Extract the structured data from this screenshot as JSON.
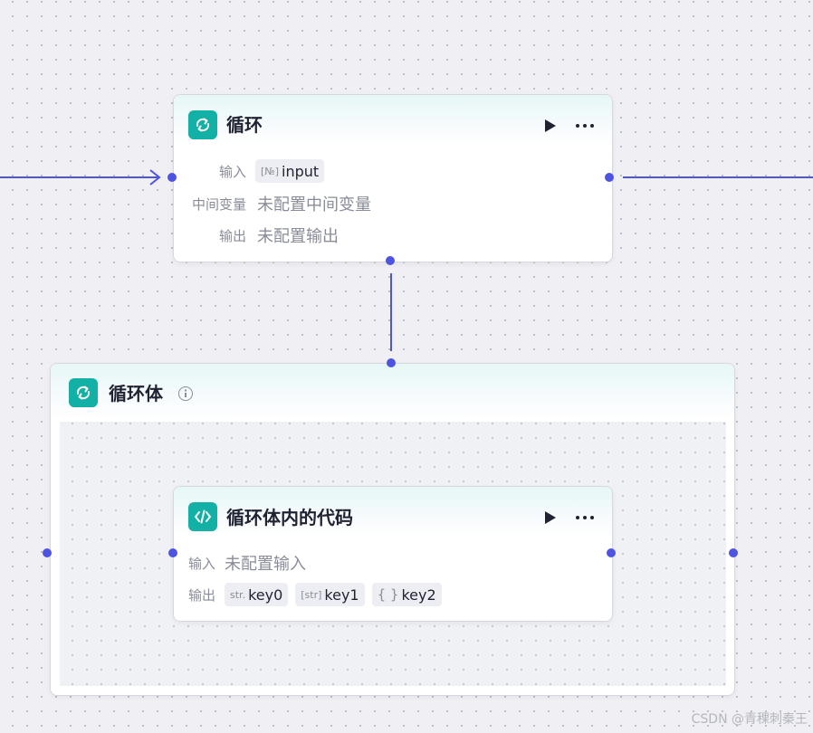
{
  "colors": {
    "accent": "#4e54e0",
    "node_icon": "#12b0a5"
  },
  "loop_node": {
    "title": "循环",
    "icon": "loop-icon",
    "rows": {
      "input_label": "输入",
      "input_tag": {
        "icon_text": "[№]",
        "text": "input"
      },
      "vars_label": "中间变量",
      "vars_value": "未配置中间变量",
      "output_label": "输出",
      "output_value": "未配置输出"
    }
  },
  "loop_body": {
    "title": "循环体",
    "icon": "loop-icon",
    "info_icon": "info-icon"
  },
  "code_node": {
    "title": "循环体内的代码",
    "icon": "code-icon",
    "rows": {
      "input_label": "输入",
      "input_value": "未配置输入",
      "output_label": "输出",
      "outputs": [
        {
          "icon_text": "str.",
          "text": "key0"
        },
        {
          "icon_text": "[str]",
          "text": "key1"
        },
        {
          "icon_text": "{ }",
          "text": "key2"
        }
      ]
    }
  },
  "watermark": "CSDN @青稞刺秦王"
}
